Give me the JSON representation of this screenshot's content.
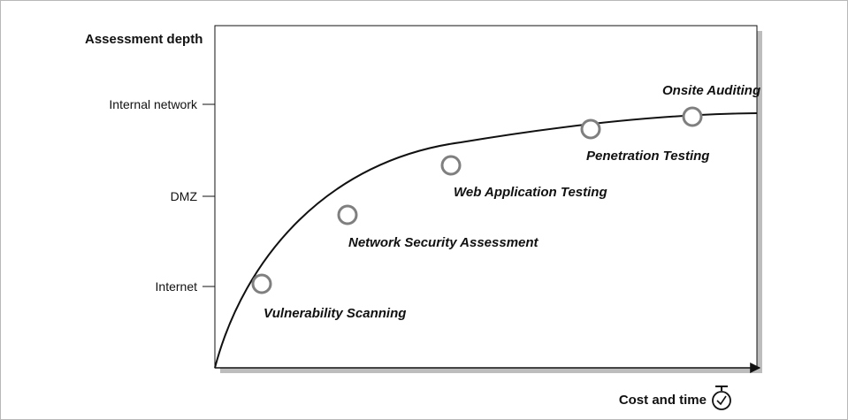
{
  "chart_data": {
    "type": "diagram",
    "y_axis_title": "Assessment depth",
    "x_axis_title": "Cost and time",
    "y_levels": [
      "Internet",
      "DMZ",
      "Internal network"
    ],
    "stages": [
      {
        "label": "Vulnerability Scanning"
      },
      {
        "label": "Network Security Assessment"
      },
      {
        "label": "Web Application Testing"
      },
      {
        "label": "Penetration Testing"
      },
      {
        "label": "Onsite Auditing"
      }
    ],
    "x_axis_icon": "stopwatch-icon"
  },
  "colors": {
    "line": "#111111",
    "marker_stroke": "#7f7f7f",
    "marker_fill": "#ffffff",
    "shadow": "#bdbdbd",
    "frame": "#b8b8b8"
  }
}
